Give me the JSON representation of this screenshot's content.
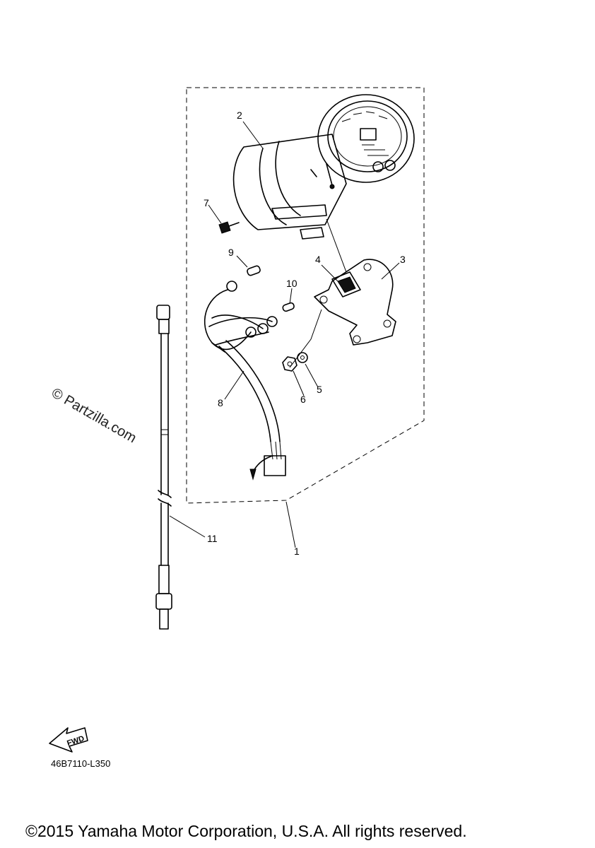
{
  "callouts": [
    "1",
    "2",
    "3",
    "4",
    "5",
    "6",
    "7",
    "8",
    "9",
    "10",
    "11"
  ],
  "watermark": "© Partzilla.com",
  "fwd_label": "FWD",
  "reference_code": "46B7110-L350",
  "copyright": "©2015 Yamaha Motor Corporation, U.S.A. All rights reserved."
}
